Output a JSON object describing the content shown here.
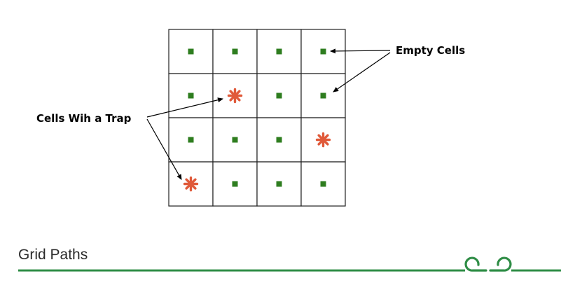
{
  "labels": {
    "empty_cells": "Empty Cells",
    "trap_cells": "Cells Wih  a Trap"
  },
  "footer": {
    "title": "Grid Paths",
    "logo_text": "GfG"
  },
  "grid": {
    "rows": 4,
    "cols": 4,
    "cells": [
      [
        "empty",
        "empty",
        "empty",
        "empty"
      ],
      [
        "empty",
        "trap",
        "empty",
        "empty"
      ],
      [
        "empty",
        "empty",
        "empty",
        "trap"
      ],
      [
        "trap",
        "empty",
        "empty",
        "empty"
      ]
    ]
  },
  "colors": {
    "empty_marker": "#2e7d1f",
    "trap_marker": "#e05a3a",
    "grid_line": "#222222",
    "footer_line": "#2f8d46",
    "logo": "#2f8d46"
  },
  "icons": {
    "empty_marker": "green-square-icon",
    "trap_marker": "red-asterisk-icon",
    "logo": "gfg-logo-icon"
  }
}
